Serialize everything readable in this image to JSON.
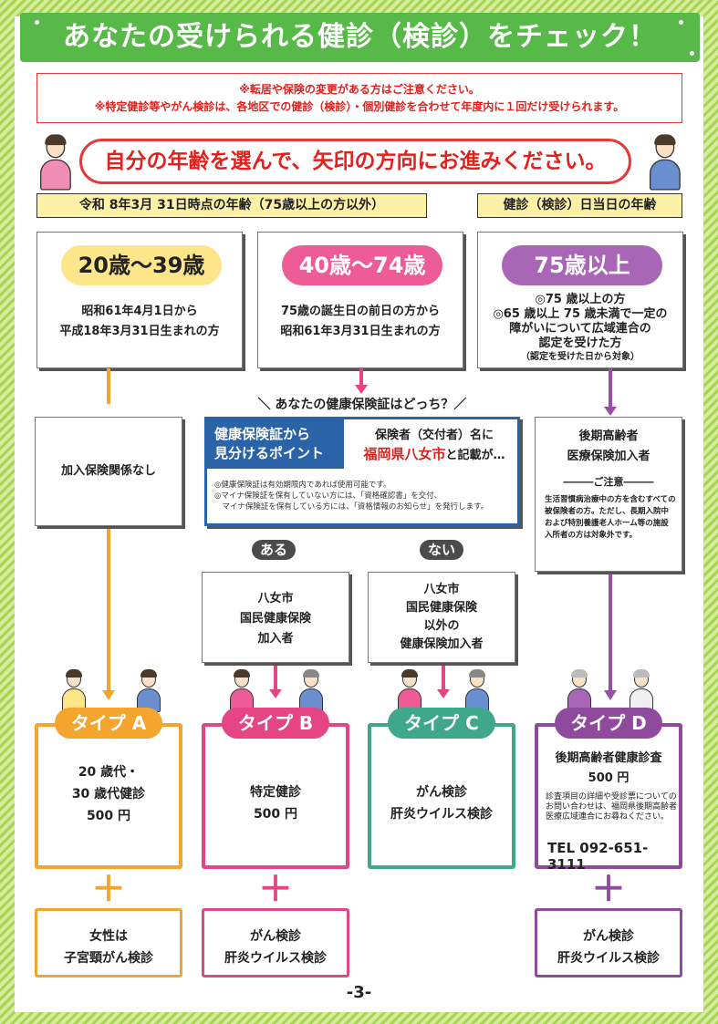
{
  "title": "あなたの受けられる健診（検診）をチェック！",
  "notice": [
    "※転居や保険の変更がある方はご注意ください。",
    "※特定健診等やがん検診は、各地区での健診（検診）・個別健診を合わせて年度内に１回だけ受けられます。"
  ],
  "instruction": "自分の年齢を選んで、矢印の方向にお進みください。",
  "label_left": "令和 8年3月 31日時点の年齢（75歳以上の方以外）",
  "label_right": "健診（検診）日当日の年齢",
  "age_groups": [
    {
      "title": "20歳〜39歳",
      "lines": [
        "昭和61年4月1日から",
        "平成18年3月31日生まれの方"
      ],
      "color": "#f3a52d",
      "bg": "#fde58a"
    },
    {
      "title": "40歳〜74歳",
      "lines": [
        "75歳の誕生日の前日の方から",
        "昭和61年3月31日生まれの方"
      ],
      "color": "#e54584",
      "bg": "#ee5c98"
    },
    {
      "title": "75歳以上",
      "lines": [
        "◎75 歳以上の方",
        "◎65 歳以上 75 歳未満で一定の",
        "障がいについて広域連合の",
        "認定を受けた方"
      ],
      "note": "（認定を受けた日から対象）",
      "color": "#9b4ea8",
      "bg": "#a966b7"
    }
  ],
  "question": "＼ あなたの健康保険証はどっち？／",
  "key_point": {
    "head": "健康保険証から\n見分けるポイント",
    "insurer_pre": "保険者（交付者）名に",
    "insurer_name": "福岡県八女市",
    "insurer_post": "と記載が…",
    "notes": [
      "◎健康保険証は有効期限内であれば使用可能です。",
      "◎マイナ保険証を保有していない方には、「資格確認書」を交付、",
      "　マイナ保険証を保有している方には、「資格情報のお知らせ」を発行します。"
    ]
  },
  "yes_label": "ある",
  "no_label": "ない",
  "no_insurance": "加入保険関係なし",
  "yes_box": [
    "八女市",
    "国民健康保険",
    "加入者"
  ],
  "no_box": [
    "八女市",
    "国民健康保険",
    "以外の",
    "健康保険加入者"
  ],
  "elderly": {
    "title": [
      "後期高齢者",
      "医療保険加入者"
    ],
    "note_head": "ご注意",
    "note": "生活習慣病治療中の方を含むすべての被保険者の方。ただし、長期入院中および特別養護老人ホーム等の施設入所者の方は対象外です。"
  },
  "types": [
    {
      "label": "タイプ A",
      "color": "#f3a52d",
      "lines": [
        "20 歳代・",
        "30 歳代健診",
        "500 円"
      ],
      "extra": [
        "女性は",
        "子宮頸がん検診"
      ]
    },
    {
      "label": "タイプ B",
      "color": "#e54584",
      "lines": [
        "特定健診",
        "500 円"
      ],
      "extra": [
        "がん検診",
        "肝炎ウイルス検診"
      ]
    },
    {
      "label": "タイプ C",
      "color": "#3fa88a",
      "lines": [
        "がん検診",
        "肝炎ウイルス検診"
      ]
    },
    {
      "label": "タイプ D",
      "color": "#8f4a9e",
      "lines": [
        "後期高齢者健康診査",
        "500 円"
      ],
      "contact": "診査項目の詳細や受診票についてのお問い合わせは、福岡県後期高齢者医療広域連合にお尋ねください。",
      "tel": "TEL 092-651-3111",
      "extra": [
        "がん検診",
        "肝炎ウイルス検診"
      ]
    }
  ],
  "plus": "＋",
  "page_number": "-3-"
}
